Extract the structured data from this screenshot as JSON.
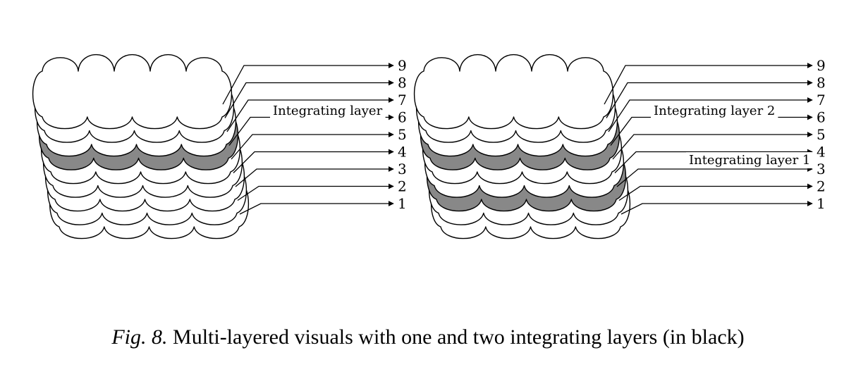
{
  "figures": [
    {
      "id": "left",
      "layer_numbers": [
        "1",
        "2",
        "3",
        "4",
        "5",
        "6",
        "7",
        "8",
        "9"
      ],
      "integrating_layers": [
        6
      ],
      "labels": [
        {
          "text": "Integrating layer",
          "layer": 6
        }
      ]
    },
    {
      "id": "right",
      "layer_numbers": [
        "1",
        "2",
        "3",
        "4",
        "5",
        "6",
        "7",
        "8",
        "9"
      ],
      "integrating_layers": [
        3,
        6
      ],
      "labels": [
        {
          "text": "Integrating layer 2",
          "layer": 6
        },
        {
          "text": "Integrating layer 1",
          "layer": 3
        }
      ]
    }
  ],
  "colors": {
    "integrating_fill": "#888888",
    "layer_fill": "#ffffff",
    "stroke": "#000000"
  },
  "caption": {
    "prefix": "Fig. 8.",
    "text": " Multi-layered visuals with one and two integrating layers (in black)"
  }
}
